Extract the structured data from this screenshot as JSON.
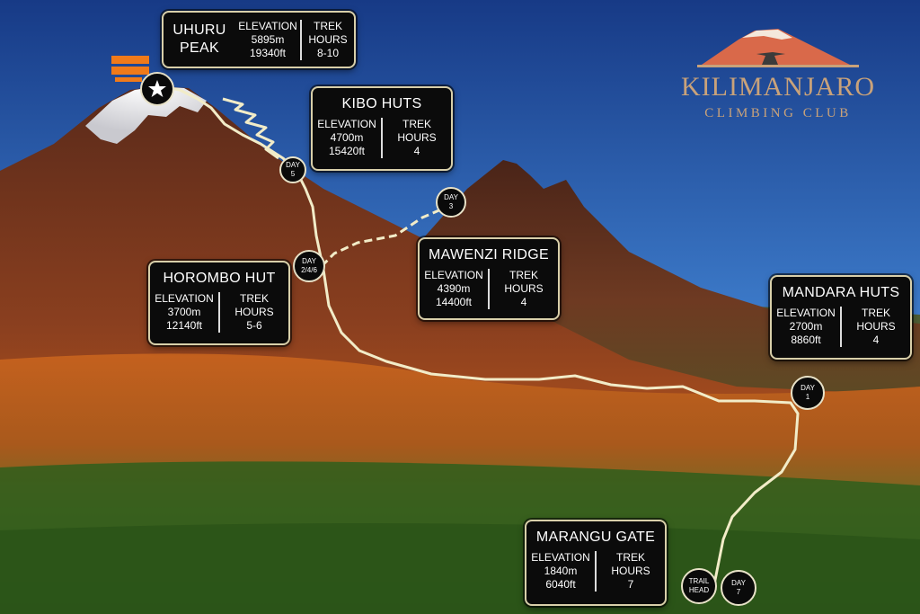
{
  "brand": {
    "title": "KILIMANJARO",
    "subtitle": "CLIMBING CLUB",
    "color": "#c9a27a"
  },
  "colors": {
    "sky_top": "#1b3d8a",
    "sky_bottom": "#5fa0dc",
    "trail": "#f2ecc8",
    "card_bg": "#0b0b0b",
    "card_border": "#d8cfa9"
  },
  "stops": {
    "uhuru": {
      "name_line1": "UHURU",
      "name_line2": "PEAK",
      "elev_label": "ELEVATION",
      "elev_m": "5895m",
      "elev_ft": "19340ft",
      "trek_label1": "TREK",
      "trek_label2": "HOURS",
      "trek_hours": "8-10"
    },
    "kibo": {
      "name": "KIBO HUTS",
      "elev_label": "ELEVATION",
      "elev_m": "4700m",
      "elev_ft": "15420ft",
      "trek_label1": "TREK",
      "trek_label2": "HOURS",
      "trek_hours": "4"
    },
    "mawenzi": {
      "name": "MAWENZI RIDGE",
      "elev_label": "ELEVATION",
      "elev_m": "4390m",
      "elev_ft": "14400ft",
      "trek_label1": "TREK",
      "trek_label2": "HOURS",
      "trek_hours": "4"
    },
    "horombo": {
      "name": "HOROMBO HUT",
      "elev_label": "ELEVATION",
      "elev_m": "3700m",
      "elev_ft": "12140ft",
      "trek_label1": "TREK",
      "trek_label2": "HOURS",
      "trek_hours": "5-6"
    },
    "mandara": {
      "name": "MANDARA HUTS",
      "elev_label": "ELEVATION",
      "elev_m": "2700m",
      "elev_ft": "8860ft",
      "trek_label1": "TREK",
      "trek_label2": "HOURS",
      "trek_hours": "4"
    },
    "marangu": {
      "name": "MARANGU GATE",
      "elev_label": "ELEVATION",
      "elev_m": "1840m",
      "elev_ft": "6040ft",
      "trek_label1": "TREK",
      "trek_label2": "HOURS",
      "trek_hours": "7"
    }
  },
  "markers": {
    "summit_icon": "star-icon",
    "day5": {
      "line1": "DAY",
      "line2": "5"
    },
    "day3": {
      "line1": "DAY",
      "line2": "3"
    },
    "day246": {
      "line1": "DAY",
      "line2": "2/4/6"
    },
    "day1": {
      "line1": "DAY",
      "line2": "1"
    },
    "trailhead": {
      "line1": "TRAIL",
      "line2": "HEAD"
    },
    "day7": {
      "line1": "DAY",
      "line2": "7"
    }
  }
}
